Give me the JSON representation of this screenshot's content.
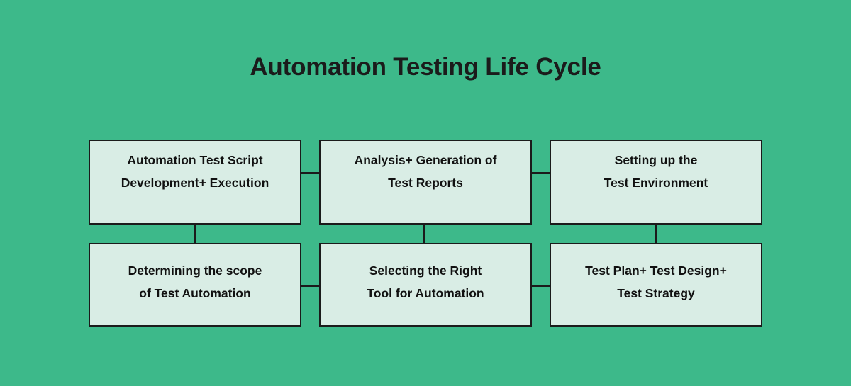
{
  "diagram": {
    "title": "Automation Testing Life Cycle",
    "background_color": "#3DB98A",
    "node_fill_color": "#D9EDE5",
    "node_border_color": "#1B1B1B",
    "text_color": "#111111",
    "nodes": [
      {
        "id": "automation-test-script-development-execution",
        "line1": "Automation Test Script",
        "line2": "Development+ Execution"
      },
      {
        "id": "analysis-generation-of-test-reports",
        "line1": "Analysis+ Generation of",
        "line2": "Test Reports"
      },
      {
        "id": "setting-up-the-test-environment",
        "line1": "Setting up the",
        "line2": "Test Environment"
      },
      {
        "id": "determining-the-scope-of-test-automation",
        "line1": "Determining the scope",
        "line2": "of Test Automation"
      },
      {
        "id": "selecting-the-right-tool-for-automation",
        "line1": "Selecting the Right",
        "line2": "Tool for Automation"
      },
      {
        "id": "test-plan-test-design-test-strategy",
        "line1": "Test Plan+ Test Design+",
        "line2": "Test Strategy"
      }
    ]
  }
}
